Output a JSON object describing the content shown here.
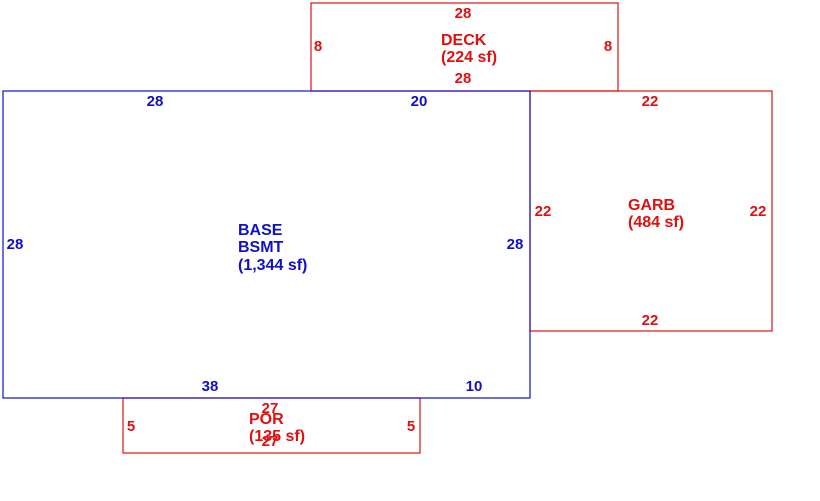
{
  "colors": {
    "base": "#1010c8",
    "addition": "#e01010",
    "background": "#ffffff"
  },
  "areas": {
    "deck": {
      "code": "DECK",
      "area": "(224 sf)",
      "dims": {
        "top": "28",
        "bottom": "28",
        "left": "8",
        "right": "8"
      }
    },
    "base": {
      "code": "BASE",
      "code2": "BSMT",
      "area": "(1,344 sf)",
      "dims": {
        "top_left": "28",
        "top_right": "20",
        "left": "28",
        "right": "28",
        "bottom_left": "38",
        "bottom_right": "10"
      }
    },
    "garb": {
      "code": "GARB",
      "area": "(484 sf)",
      "dims": {
        "top": "22",
        "bottom": "22",
        "left": "22",
        "right": "22"
      }
    },
    "por": {
      "code": "POR",
      "area": "(135 sf)",
      "dims": {
        "top": "27",
        "bottom": "27",
        "left": "5",
        "right": "5"
      }
    }
  }
}
